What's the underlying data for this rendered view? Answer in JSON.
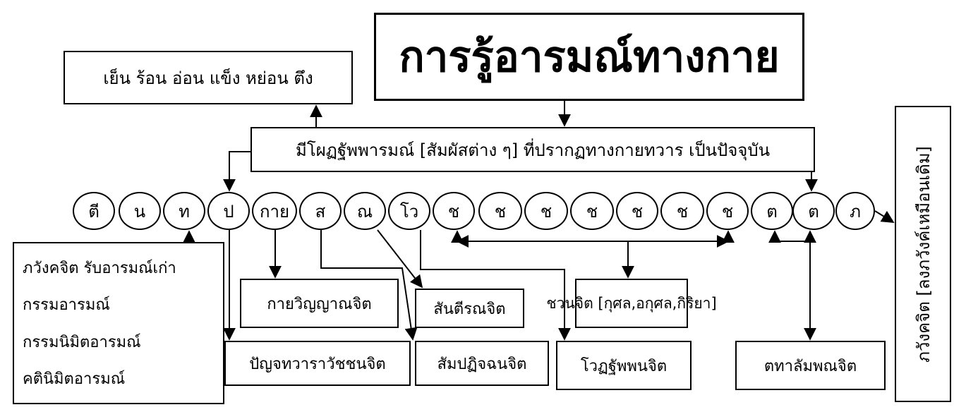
{
  "title": "การรู้อารมณ์ทางกาย",
  "senses": "เย็น ร้อน อ่อน แข็ง หย่อน ตึง",
  "object_box": "มีโผฏฐัพพารมณ์ [สัมผัสต่าง ๆ] ที่ปรากฏทางกายทวาร เป็นปัจจุบัน",
  "circles": [
    "ตี",
    "น",
    "ท",
    "ป",
    "กาย",
    "ส",
    "ณ",
    "โว",
    "ช",
    "ช",
    "ช",
    "ช",
    "ช",
    "ช",
    "ช",
    "ต",
    "ต",
    "ภ"
  ],
  "bhavanga_box": {
    "lines": [
      "ภวังคจิต รับอารมณ์เก่า",
      "กรรมอารมณ์",
      "กรรมนิมิตอารมณ์",
      "คตินิมิตอารมณ์"
    ]
  },
  "labels": {
    "panca": "ปัญจทวาราวัชชนจิต",
    "kaya_vinnana": "กายวิญญาณจิต",
    "sampaticchana": "สัมปฏิจฉนจิต",
    "santirana": "สันตีรณจิต",
    "votthabbana": "โวฏฐัพพนจิต",
    "javana": "ชวนจิต [กุศล,อกุศล,กิริยา]",
    "tadalambana": "ตทาลัมพณจิต"
  },
  "vertical_label": "ภวังคจิต [ลงภวังค์เหมือนเดิม]"
}
